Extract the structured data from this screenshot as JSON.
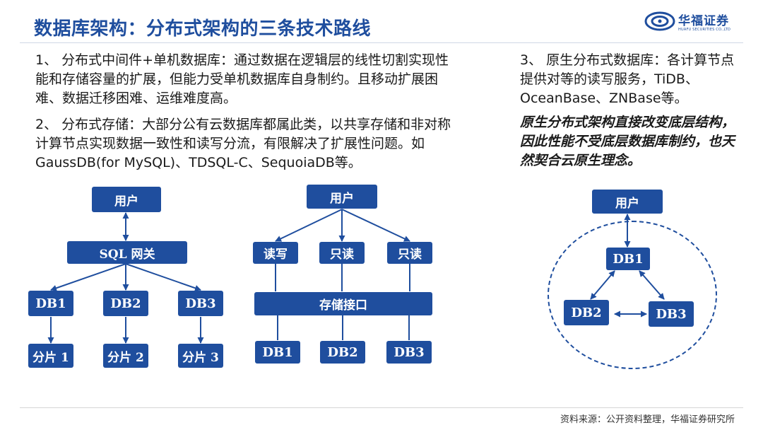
{
  "header": {
    "title": "数据库架构：分布式架构的三条技术路线",
    "logo_cn": "华福证券",
    "logo_en": "HUAFU SECURITIES CO.,LTD"
  },
  "text": {
    "p1": "1、 分布式中间件+单机数据库：通过数据在逻辑层的线性切割实现性能和存储容量的扩展，但能力受单机数据库自身制约。且移动扩展困难、数据迁移困难、运维难度高。",
    "p2": "2、 分布式存储：大部分公有云数据库都属此类，以共享存储和非对称计算节点实现数据一致性和读写分流，有限解决了扩展性问题。如GaussDB(for MySQL)、TDSQL-C、SequoiaDB等。",
    "p3": "3、 原生分布式数据库：各计算节点提供对等的读写服务，TiDB、OceanBase、ZNBase等。",
    "emphasis": "原生分布式架构直接改变底层结构，因此性能不受底层数据库制约，也天然契合云原生理念。"
  },
  "diagram1": {
    "user": "用户",
    "gateway": "SQL 网关",
    "dbs": [
      "DB1",
      "DB2",
      "DB3"
    ],
    "shards": [
      "分片 1",
      "分片 2",
      "分片 3"
    ]
  },
  "diagram2": {
    "user": "用户",
    "nodes": [
      "读写",
      "只读",
      "只读"
    ],
    "storage": "存储接口",
    "dbs": [
      "DB1",
      "DB2",
      "DB3"
    ]
  },
  "diagram3": {
    "user": "用户",
    "dbs": [
      "DB1",
      "DB2",
      "DB3"
    ]
  },
  "footer": {
    "source": "资料来源：公开资料整理，华福证券研究所"
  },
  "colors": {
    "brand": "#1f4e9e",
    "box_text": "#ffffff"
  }
}
